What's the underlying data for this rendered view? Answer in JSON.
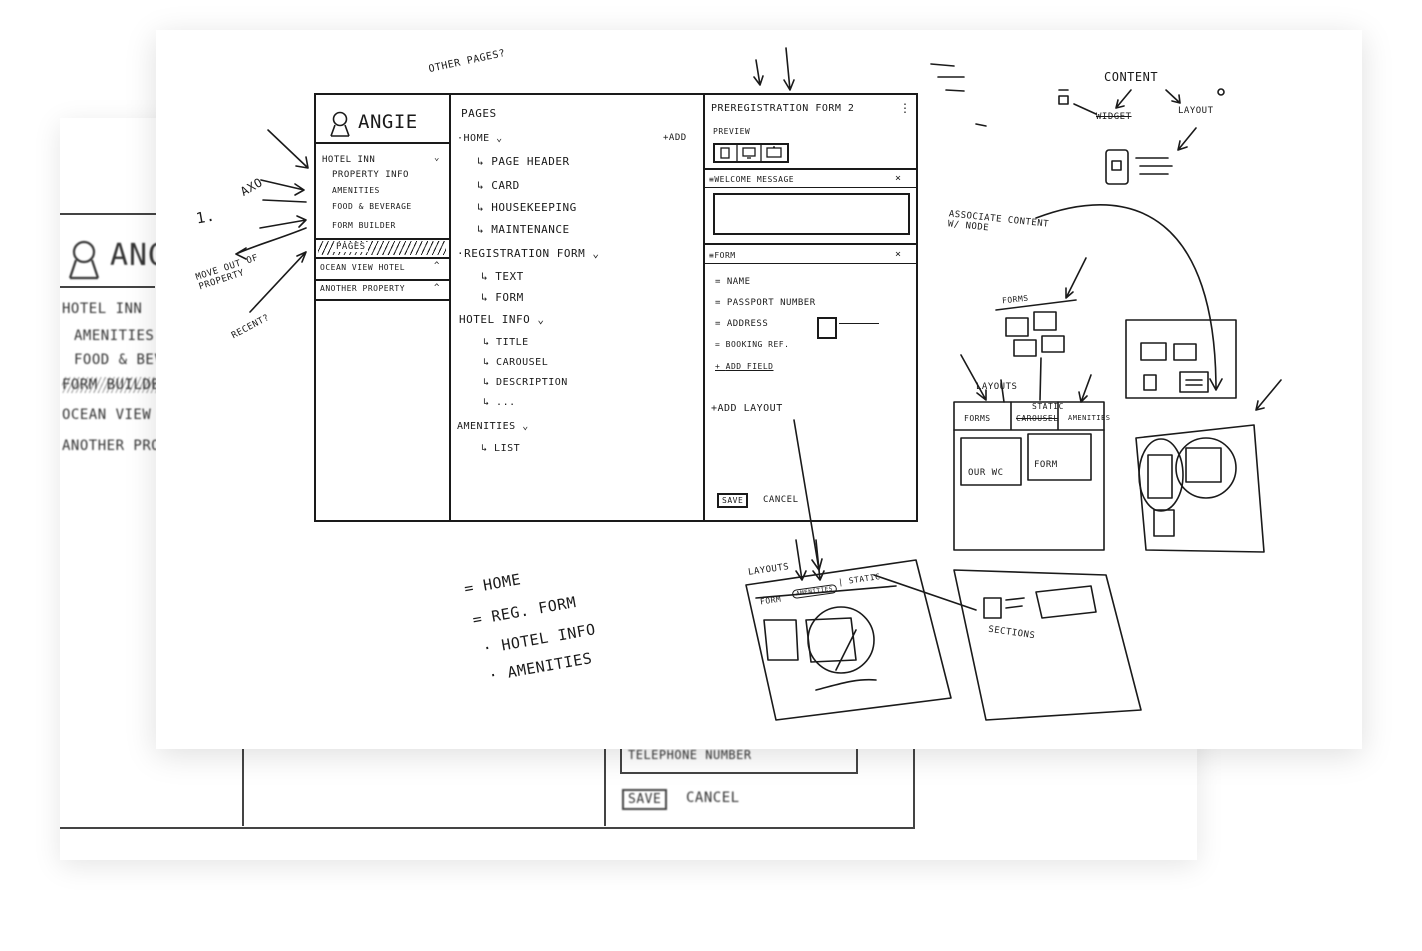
{
  "back_sheet": {
    "logo_text": "ANGIE",
    "nav_items": [
      "HOTEL INN",
      "AMENITIES",
      "FOOD & BEVERAGE",
      "FORM BUILDER",
      "OCEAN VIEW HOTEL",
      "ANOTHER PROPERTY"
    ],
    "field_telephone": "TELEPHONE NUMBER",
    "save_label": "SAVE",
    "cancel_label": "CANCEL"
  },
  "front_sheet": {
    "top_note": "OTHER PAGES?",
    "left_notes": {
      "one": "1.",
      "ax": "AXO",
      "move_out": "MOVE OUT OF PROPERTY",
      "recent": "RECENT?"
    },
    "wireframe": {
      "logo_text": "ANGIE",
      "sidebar": {
        "property_1": "HOTEL INN",
        "items": [
          "PROPERTY INFO",
          "AMENITIES",
          "FOOD & BEVERAGE",
          "FORM BUILDER"
        ],
        "pages_label": "PAGES",
        "property_2": "OCEAN VIEW HOTEL",
        "property_3": "ANOTHER PROPERTY"
      },
      "pages": {
        "header": "PAGES",
        "add_label": "+ADD",
        "home": "HOME",
        "home_children": [
          "PAGE HEADER",
          "CARD",
          "HOUSEKEEPING",
          "MAINTENANCE"
        ],
        "registration_form": "REGISTRATION FORM",
        "registration_children": [
          "TEXT",
          "FORM"
        ],
        "hotel_info": "HOTEL INFO",
        "hotel_info_children": [
          "TITLE",
          "CAROUSEL",
          "DESCRIPTION",
          "..."
        ],
        "amenities": "AMENITIES",
        "amenities_children": [
          "LIST"
        ]
      },
      "editor": {
        "title": "PREREGISTRATION FORM 2",
        "preview_label": "PREVIEW",
        "welcome_section": "WELCOME MESSAGE",
        "form_section": "FORM",
        "fields": [
          "NAME",
          "PASSPORT NUMBER",
          "ADDRESS",
          "BOOKING REF."
        ],
        "add_field": "ADD FIELD",
        "add_layout": "+ADD LAYOUT",
        "save_label": "SAVE",
        "cancel_label": "CANCEL"
      }
    },
    "list_notes": [
      "HOME",
      "REG. FORM",
      "HOTEL INFO",
      "AMENITIES"
    ],
    "content_diagram": {
      "title": "CONTENT",
      "left": "WIDGET",
      "right": "LAYOUT"
    },
    "associate_note": "ASSOCIATE CONTENT W/ NODE",
    "forms_label": "FORMS",
    "layouts_label": "LAYOUTS",
    "big_tabs": [
      "FORMS",
      "CAROUSEL",
      "STATIC",
      "AMENITIES"
    ],
    "big_cells": [
      "OUR WC",
      "FORM"
    ],
    "bottom_layouts_label": "LAYOUTS",
    "bottom_tabs": [
      "FORM",
      "AMENITIES",
      "STATIC"
    ],
    "sections_label": "SECTIONS"
  }
}
